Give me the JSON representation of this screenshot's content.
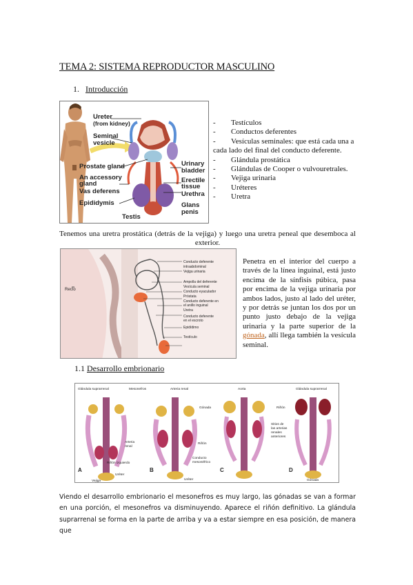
{
  "title": "TEMA 2: SISTEMA REPRODUCTOR MASCULINO",
  "section1": {
    "number": "1.",
    "label": "Introducción"
  },
  "figure1": {
    "labels": {
      "ureter": "Ureter",
      "ureter_sub": "(from kidney)",
      "seminal": "Seminal",
      "vesicle": "vesicle",
      "prostate": "Prostate gland",
      "accessory1": "An accessory",
      "accessory2": "gland",
      "vas_deferens": "Vas deferens",
      "epididymis": "Epididymis",
      "testis": "Testis",
      "urinary": "Urinary",
      "bladder": "bladder",
      "erectile1": "Erectile",
      "erectile2": "tissue",
      "urethra": "Urethra",
      "glans1": "Glans",
      "glans2": "penis"
    }
  },
  "list_items": [
    "Testículos",
    "Conductos deferentes",
    "Vesículas seminales: que está cada una a cada lado del final del conducto deferente.",
    "Glándula prostática",
    "Glándulas de Cooper o vulvouretrales.",
    "Vejiga urinaria",
    "Uréteres",
    "Uretra"
  ],
  "list_dash": "-",
  "paragraph1": "Tenemos una uretra prostática (detrás de la vejiga) y luego una uretra peneal que desemboca al exterior.",
  "figure2": {
    "left_label": "Recto",
    "labels": [
      "Conducto deferente",
      "intraabdominal",
      "Vejiga urinaria",
      "Ampolla del deferente",
      "Vesícula seminal",
      "Conducto eyaculador",
      "Próstata",
      "Conducto deferente en",
      "el anillo inguinal",
      "Uretra",
      "Conducto deferente",
      "en el escroto",
      "Epidídimo",
      "Testículo"
    ]
  },
  "paragraph2": {
    "before": "Penetra en el interior del cuerpo a través de la línea inguinal, está justo encima de la sínfisis púbica, pasa por encima de la vejiga urinaria por ambos lados, justo al lado del uréter, y por detrás se juntan los dos por un punto justo debajo de la vejiga urinaria y la parte superior de la ",
    "highlight": "gónada",
    "after": ", allí llega también la vesícula seminal."
  },
  "section11": {
    "number": "1.1",
    "label": "Desarrollo embrionario"
  },
  "figure3": {
    "labels": {
      "a_suprarrenal": "Glándula suprarrenal",
      "mesonefros": "Mesonefros",
      "arteria_renal_b": "Arteria renal",
      "arteria_renal_a1": "Arteria",
      "arteria_renal_a2": "renal",
      "rinon_izq": "Riñón izquierdo",
      "ureter_a": "Uréter",
      "vejiga": "Vejiga",
      "gonada_b": "Gónada",
      "rinon_b": "Riñón",
      "conducto1": "Conducto",
      "conducto2": "mesonéfrico",
      "ureter_b": "Uréter",
      "aorta": "Aorta",
      "d_suprarrenal": "Glándula suprarrenal",
      "rinon_d": "Riñón",
      "sitios1": "Sitios de",
      "sitios2": "las arterias",
      "sitios3": "renales",
      "sitios4": "anteriores",
      "gonada_d": "Gónada",
      "A": "A",
      "B": "B",
      "C": "C",
      "D": "D"
    }
  },
  "paragraph3": "Viendo el desarrollo embrionario el mesonefros es muy largo, las gónadas se van a formar en una porción, el mesonefros va disminuyendo. Aparece el riñón definitivo. La glándula suprarrenal se forma en la parte de arriba y va a estar siempre en esa posición, de manera que"
}
